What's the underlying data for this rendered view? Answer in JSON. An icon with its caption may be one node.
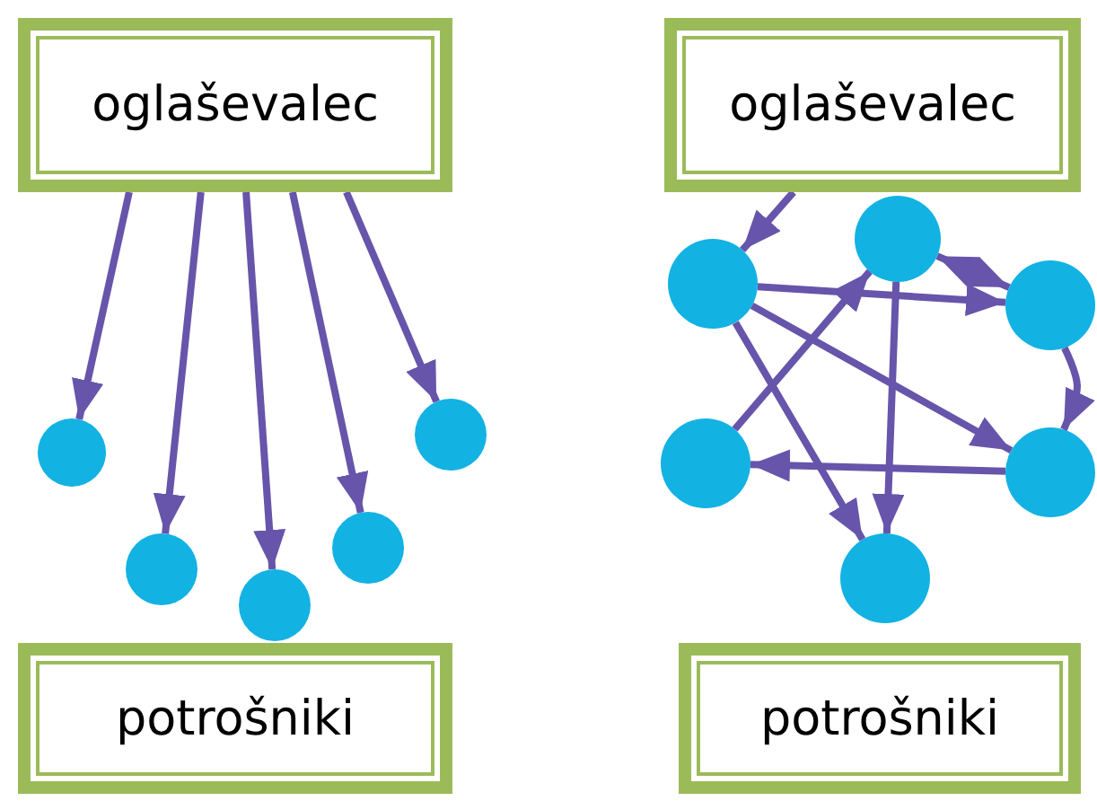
{
  "diagram": {
    "nodes": [
      {
        "text": [
          "oglaševalec"
        ]
      },
      {
        "text": [
          "oglaševalec"
        ]
      },
      {
        "text": [],
        "shape": "circle"
      },
      {
        "text": [],
        "shape": "circle"
      },
      {
        "text": [],
        "shape": "circle"
      },
      {
        "text": [],
        "shape": "circle"
      },
      {
        "text": [],
        "shape": "circle"
      },
      {
        "text": [],
        "shape": "circle"
      },
      {
        "text": [],
        "shape": "circle"
      },
      {
        "text": [],
        "shape": "circle"
      },
      {
        "text": [],
        "shape": "circle"
      },
      {
        "text": [],
        "shape": "circle"
      },
      {
        "text": [],
        "shape": "circle"
      },
      {
        "text": [
          "potrošniki"
        ]
      },
      {
        "text": [
          "potrošniki"
        ]
      }
    ],
    "edges": [
      {
        "from": 0,
        "to": 2,
        "arrow": "to"
      },
      {
        "from": 0,
        "to": 3,
        "arrow": "to"
      },
      {
        "from": 0,
        "to": 4,
        "arrow": "to"
      },
      {
        "from": 0,
        "to": 5,
        "arrow": "to"
      },
      {
        "from": 0,
        "to": 6,
        "arrow": "to"
      },
      {
        "from": 1,
        "to": 7,
        "arrow": "to"
      },
      {
        "from": 7,
        "to": 9,
        "arrow": "to"
      },
      {
        "from": 7,
        "to": 11,
        "arrow": "to"
      },
      {
        "from": 7,
        "to": 12,
        "arrow": "to"
      },
      {
        "from": 8,
        "to": 9,
        "arrow": "both"
      },
      {
        "from": 9,
        "to": 11,
        "arrow": "to"
      },
      {
        "from": 8,
        "to": 12,
        "arrow": "to"
      },
      {
        "from": 10,
        "to": 8,
        "arrow": "to"
      },
      {
        "from": 11,
        "to": 10,
        "arrow": "to"
      }
    ]
  }
}
